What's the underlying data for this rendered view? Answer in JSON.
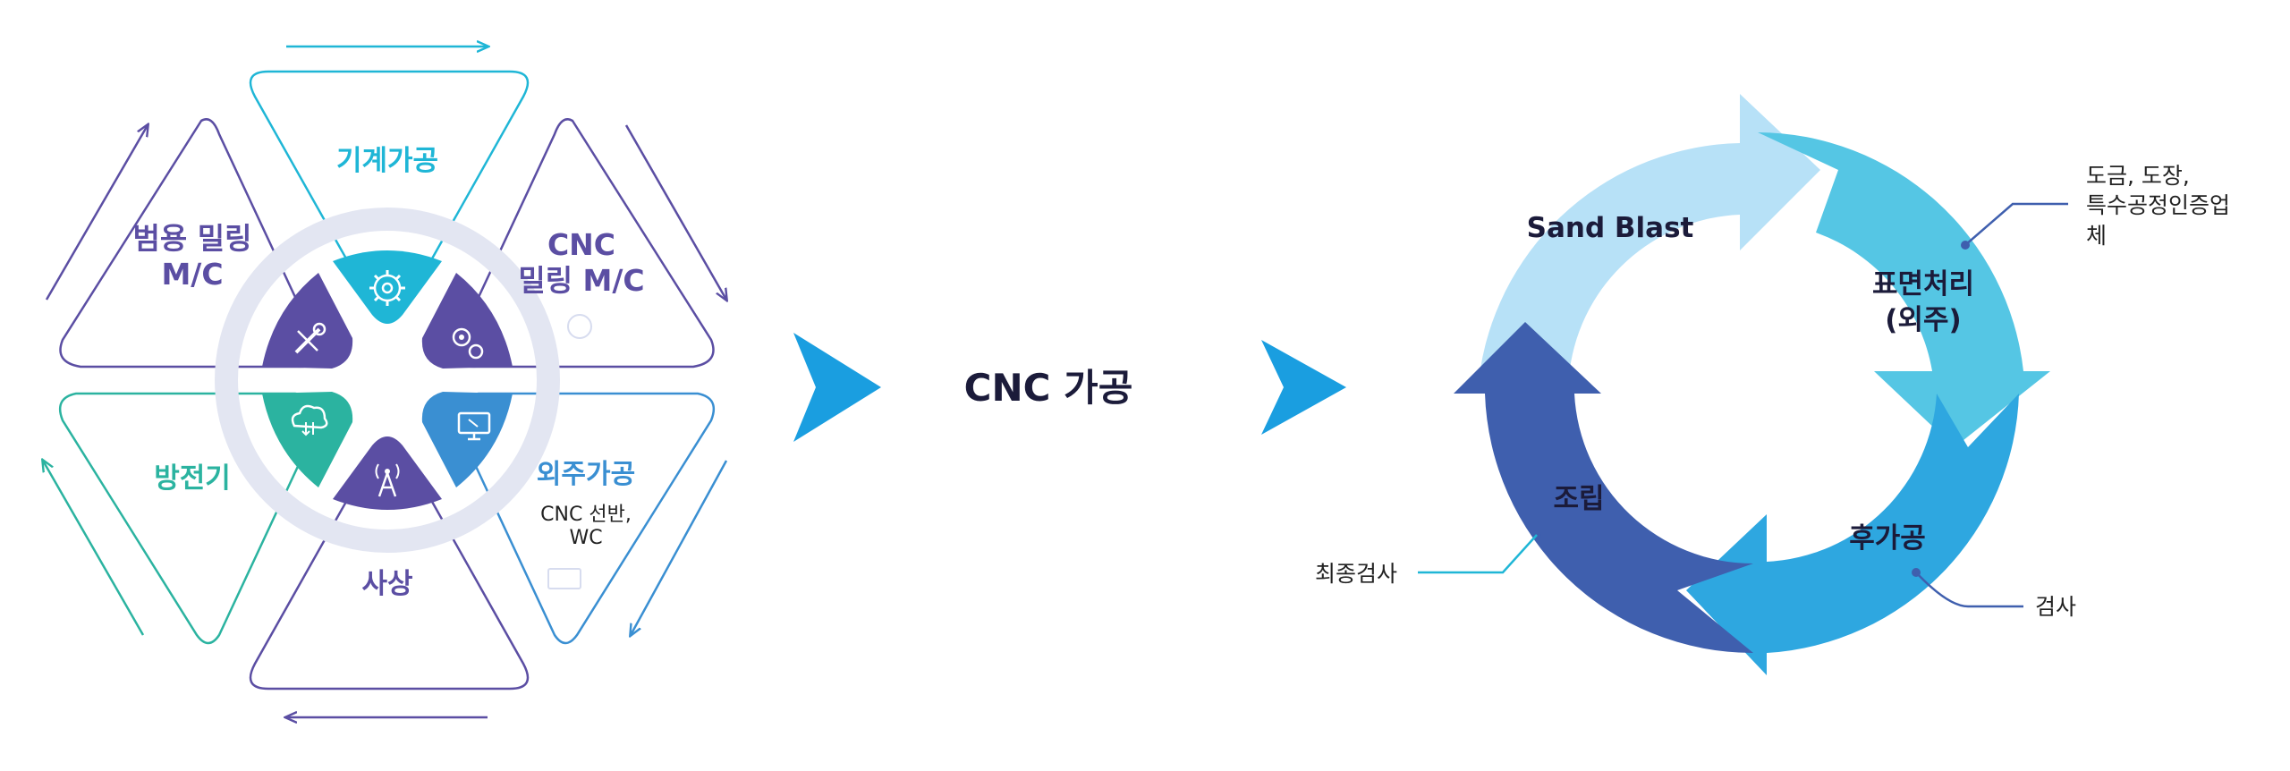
{
  "left_cycle": {
    "segments": [
      {
        "id": "machining",
        "label": "기계가공",
        "color": "#1fb6d6"
      },
      {
        "id": "cnc_milling",
        "lines": [
          "CNC",
          "밀링 M/C"
        ],
        "color": "#5b4ea3"
      },
      {
        "id": "outsourcing",
        "label": "외주가공",
        "sub_lines": [
          "CNC 선반,",
          "WC"
        ],
        "color": "#3a8fd2"
      },
      {
        "id": "finishing",
        "label": "사상",
        "color": "#5b4ea3"
      },
      {
        "id": "edm",
        "label": "방전기",
        "color": "#2bb3a0"
      },
      {
        "id": "general_milling",
        "lines": [
          "범용 밀링",
          "M/C"
        ],
        "color": "#5b4ea3"
      }
    ],
    "icons": [
      "gear-icon",
      "gears-icon",
      "monitor-icon",
      "antenna-icon",
      "cloud-icon",
      "tools-icon"
    ]
  },
  "middle": {
    "label": "CNC 가공",
    "arrow_color": "#1a9ee0"
  },
  "right_cycle": {
    "segments": [
      {
        "id": "sand_blast",
        "label": "Sand Blast",
        "color": "#b7e1f7"
      },
      {
        "id": "surface",
        "lines": [
          "표면처리",
          "(외주)"
        ],
        "color": "#55c6e4"
      },
      {
        "id": "post",
        "label": "후가공",
        "color": "#2ea7e0"
      },
      {
        "id": "assembly",
        "label": "조립",
        "color": "#3f5fae"
      }
    ],
    "callouts": {
      "surface": [
        "도금, 도장,",
        "특수공정인증업",
        "체"
      ],
      "post": "검사",
      "assembly": "최종검사"
    }
  }
}
